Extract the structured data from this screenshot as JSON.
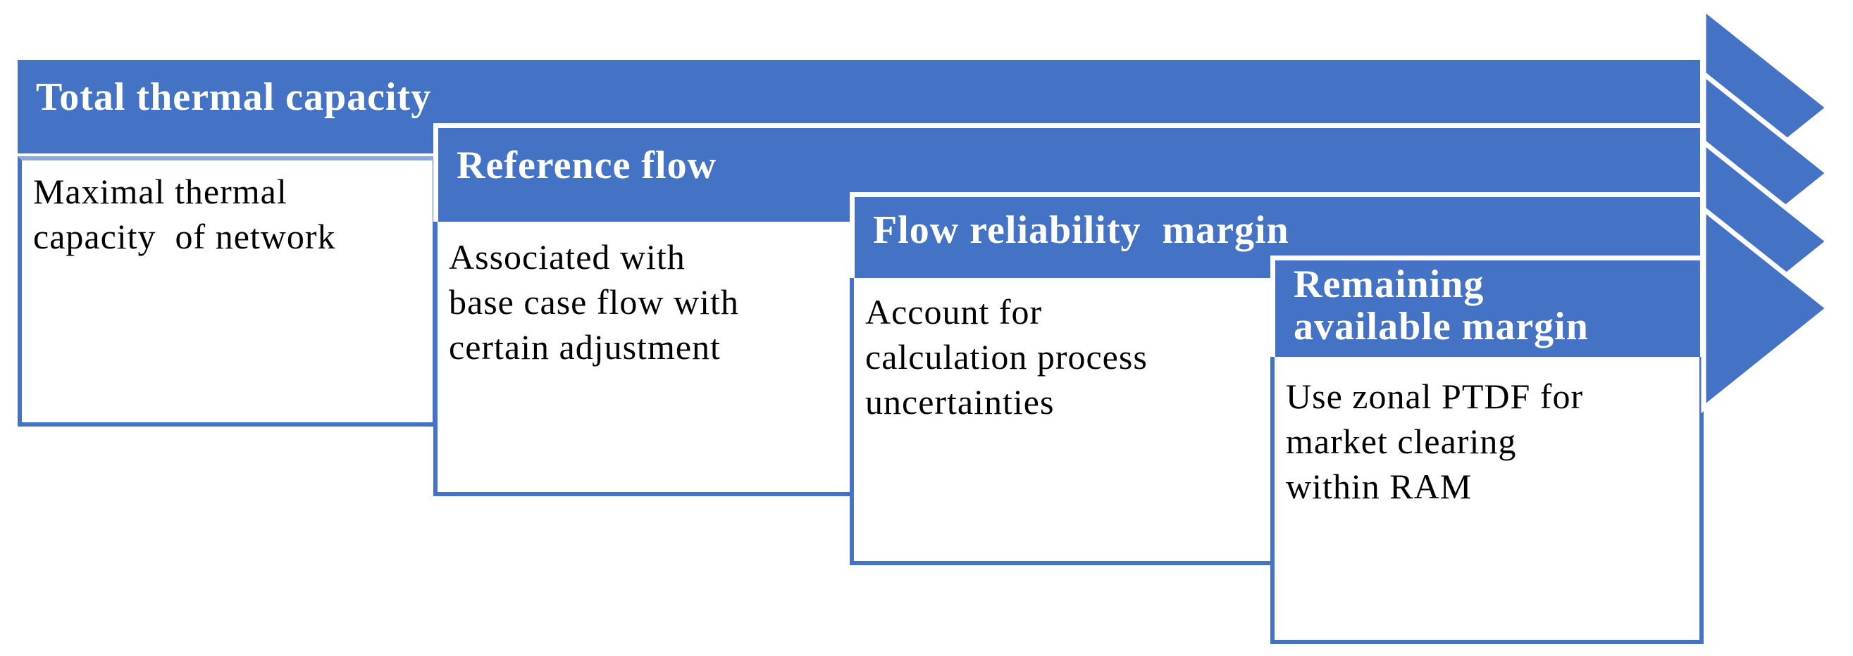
{
  "colors": {
    "accent": "#4472C4",
    "body_border": "#4472C4",
    "header_text": "#ffffff",
    "body_text": "#000000",
    "background": "#ffffff"
  },
  "diagram": {
    "type": "cascading-step-arrow",
    "steps": [
      {
        "title": "Total thermal capacity",
        "description": "Maximal thermal\ncapacity  of network"
      },
      {
        "title": "Reference flow",
        "description": "Associated with\nbase case flow with\ncertain adjustment"
      },
      {
        "title": "Flow reliability  margin",
        "description": "Account for\ncalculation process\nuncertainties"
      },
      {
        "title": "Remaining\navailable margin",
        "description": "Use zonal PTDF for\nmarket clearing\nwithin RAM"
      }
    ],
    "arrow": {
      "icon": "chevron-right",
      "count": 4
    }
  }
}
